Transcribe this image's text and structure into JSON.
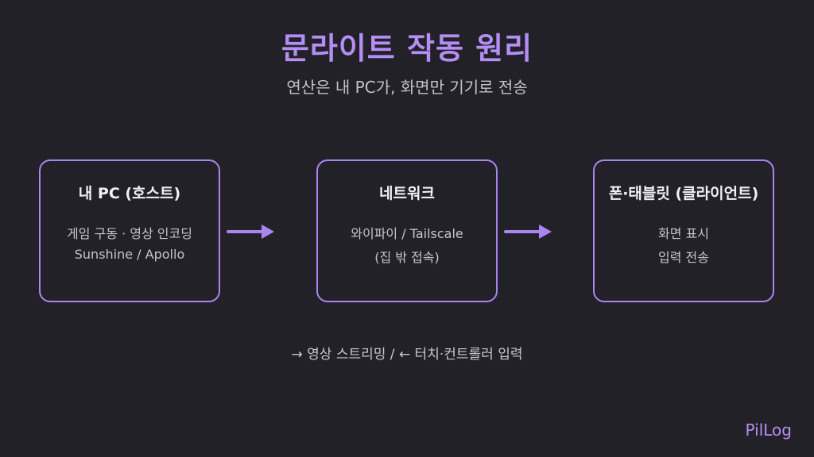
{
  "header": {
    "title": "문라이트 작동 원리",
    "subtitle": "연산은 내 PC가, 화면만 기기로 전송"
  },
  "nodes": [
    {
      "title": "내 PC (호스트)",
      "lines": [
        "게임 구동 · 영상 인코딩",
        "Sunshine / Apollo"
      ]
    },
    {
      "title": "네트워크",
      "lines": [
        "와이파이 / Tailscale",
        "(집 밖 접속)"
      ]
    },
    {
      "title": "폰·태블릿 (클라이언트)",
      "lines": [
        "화면 표시",
        "입력 전송"
      ]
    }
  ],
  "flow_note": "→ 영상 스트리밍 / ← 터치·컨트롤러 입력",
  "brand": "PilLog",
  "colors": {
    "background": "#232128",
    "accent": "#b48ef4",
    "border": "#a985f0"
  }
}
